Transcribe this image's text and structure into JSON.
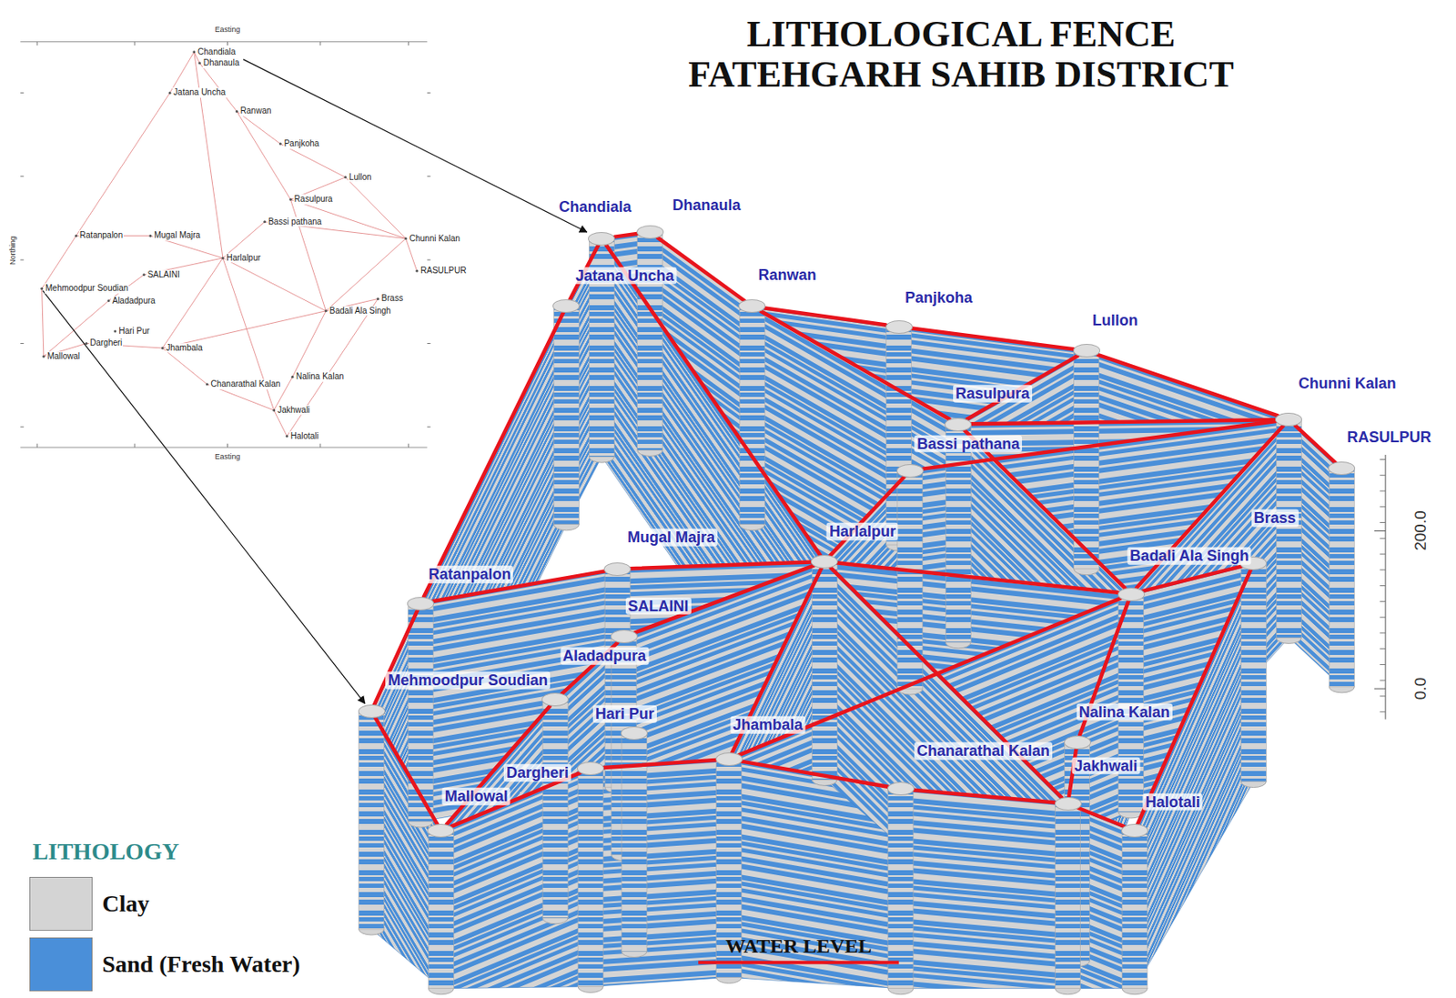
{
  "diagram": {
    "title": "LITHOLOGICAL FENCE FATEHGARH SAHIB DISTRICT",
    "nodes": [
      {
        "text": [
          "Chandiala"
        ]
      },
      {
        "text": [
          "Dhanaula"
        ]
      },
      {
        "text": [
          "Jatana Uncha"
        ]
      },
      {
        "text": [
          "Ranwan"
        ]
      },
      {
        "text": [
          "Panjkoha"
        ]
      },
      {
        "text": [
          "Lullon"
        ]
      },
      {
        "text": [
          "Rasulpura"
        ]
      },
      {
        "text": [
          "Bassi pathana"
        ]
      },
      {
        "text": [
          "Chunni Kalan"
        ]
      },
      {
        "text": [
          "RASULPUR"
        ]
      },
      {
        "text": [
          "Mugal Majra"
        ]
      },
      {
        "text": [
          "Harlalpur"
        ]
      },
      {
        "text": [
          "Ratanpalon"
        ]
      },
      {
        "text": [
          "SALAINI"
        ]
      },
      {
        "text": [
          "Aladadpura"
        ]
      },
      {
        "text": [
          "Mehmoodpur Soudian"
        ]
      },
      {
        "text": [
          "Brass"
        ]
      },
      {
        "text": [
          "Badali Ala Singh"
        ]
      },
      {
        "text": [
          "Hari Pur"
        ]
      },
      {
        "text": [
          "Jhambala"
        ]
      },
      {
        "text": [
          "Dargheri"
        ]
      },
      {
        "text": [
          "Mallowal"
        ]
      },
      {
        "text": [
          "Chanarathal Kalan"
        ]
      },
      {
        "text": [
          "Nalina Kalan"
        ]
      },
      {
        "text": [
          "Jakhwali"
        ]
      },
      {
        "text": [
          "Halotali"
        ]
      }
    ],
    "edges": [
      {
        "from": 0,
        "to": 1,
        "arrow": "none"
      },
      {
        "from": 0,
        "to": 2,
        "arrow": "none"
      },
      {
        "from": 2,
        "to": 12,
        "arrow": "none"
      },
      {
        "from": 0,
        "to": 11,
        "arrow": "none"
      },
      {
        "from": 1,
        "to": 3,
        "arrow": "none"
      },
      {
        "from": 3,
        "to": 4,
        "arrow": "none"
      },
      {
        "from": 4,
        "to": 5,
        "arrow": "none"
      },
      {
        "from": 3,
        "to": 6,
        "arrow": "none"
      },
      {
        "from": 6,
        "to": 5,
        "arrow": "none"
      },
      {
        "from": 5,
        "to": 8,
        "arrow": "none"
      },
      {
        "from": 6,
        "to": 8,
        "arrow": "none"
      },
      {
        "from": 7,
        "to": 8,
        "arrow": "none"
      },
      {
        "from": 11,
        "to": 7,
        "arrow": "none"
      },
      {
        "from": 6,
        "to": 17,
        "arrow": "none"
      },
      {
        "from": 8,
        "to": 9,
        "arrow": "none"
      },
      {
        "from": 8,
        "to": 17,
        "arrow": "none"
      },
      {
        "from": 11,
        "to": 10,
        "arrow": "none"
      },
      {
        "from": 10,
        "to": 12,
        "arrow": "none"
      },
      {
        "from": 11,
        "to": 13,
        "arrow": "none"
      },
      {
        "from": 13,
        "to": 14,
        "arrow": "none"
      },
      {
        "from": 14,
        "to": 21,
        "arrow": "none"
      },
      {
        "from": 11,
        "to": 17,
        "arrow": "none"
      },
      {
        "from": 11,
        "to": 19,
        "arrow": "none"
      },
      {
        "from": 11,
        "to": 24,
        "arrow": "none"
      },
      {
        "from": 19,
        "to": 17,
        "arrow": "none"
      },
      {
        "from": 17,
        "to": 16,
        "arrow": "none"
      },
      {
        "from": 16,
        "to": 25,
        "arrow": "none"
      },
      {
        "from": 17,
        "to": 23,
        "arrow": "none"
      },
      {
        "from": 23,
        "to": 24,
        "arrow": "none"
      },
      {
        "from": 15,
        "to": 12,
        "arrow": "none"
      },
      {
        "from": 15,
        "to": 21,
        "arrow": "none"
      },
      {
        "from": 21,
        "to": 20,
        "arrow": "none"
      },
      {
        "from": 20,
        "to": 19,
        "arrow": "none"
      },
      {
        "from": 19,
        "to": 22,
        "arrow": "none"
      },
      {
        "from": 22,
        "to": 24,
        "arrow": "none"
      },
      {
        "from": 24,
        "to": 25,
        "arrow": "none"
      }
    ],
    "labels": [
      "LITHOLOGY",
      "200.0",
      "0.0",
      "Easting",
      "Easting",
      "Northing",
      "Chandiala",
      "Dhanaula",
      "Jatana Uncha",
      "Ranwan",
      "Panjkoha",
      "Lullon",
      "Rasulpura",
      "Bassi pathana",
      "Chunni Kalan",
      "RASULPUR",
      "Mugal Majra",
      "Harlalpur",
      "Ratanpalon",
      "SALAINI",
      "Aladadpura",
      "Mehmoodpur Soudian",
      "Brass",
      "Badali Ala Singh",
      "Hari Pur",
      "Jhambala",
      "Dargheri",
      "Mallowal",
      "Chanarathal Kalan",
      "Nalina Kalan",
      "Jakhwali",
      "Halotali"
    ],
    "legend": [
      {
        "text": "Clay",
        "color": "#d4d4d4"
      },
      {
        "text": "Sand (Fresh Water)",
        "color": "#4a8fd9"
      },
      {
        "text": "WATER LEVEL"
      }
    ]
  }
}
